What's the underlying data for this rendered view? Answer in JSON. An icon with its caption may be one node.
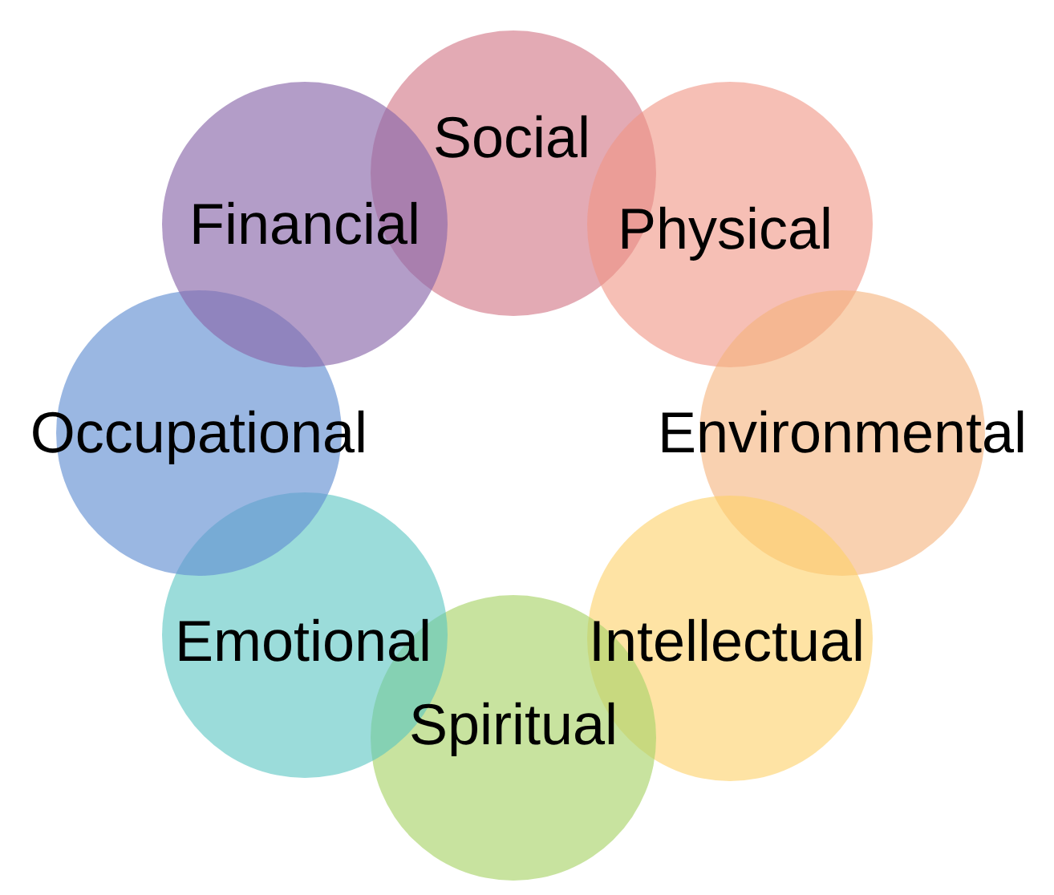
{
  "diagram": {
    "nodes": [
      {
        "text": [
          "Social"
        ]
      },
      {
        "text": [
          "Physical"
        ]
      },
      {
        "text": [
          "Environmental"
        ]
      },
      {
        "text": [
          "Intellectual"
        ]
      },
      {
        "text": [
          "Spiritual"
        ]
      },
      {
        "text": [
          "Emotional"
        ]
      },
      {
        "text": [
          "Occupational"
        ]
      },
      {
        "text": [
          "Financial"
        ]
      }
    ]
  }
}
